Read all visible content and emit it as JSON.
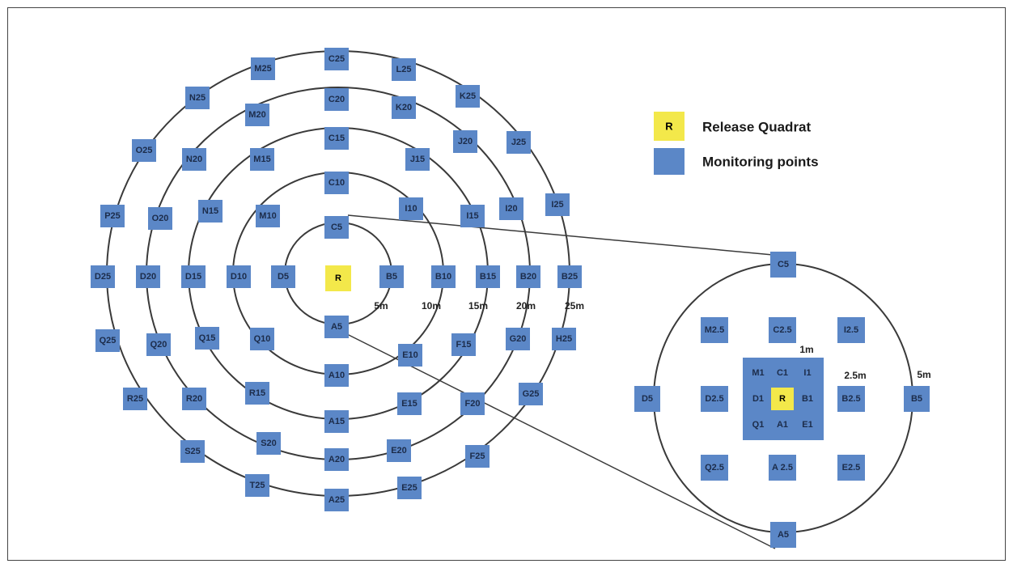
{
  "legend": {
    "release_symbol": "R",
    "release_label": "Release Quadrat",
    "monitoring_label": "Monitoring points"
  },
  "colors": {
    "release": "#f3e84a",
    "monitoring": "#5b87c7",
    "ring": "#3a3a3a"
  },
  "main_diagram": {
    "center_label": "R",
    "distance_labels": [
      "5m",
      "10m",
      "15m",
      "20m",
      "25m"
    ],
    "points": [
      "A5",
      "B5",
      "C5",
      "D5",
      "A10",
      "B10",
      "C10",
      "D10",
      "E10",
      "I10",
      "M10",
      "Q10",
      "A15",
      "B15",
      "C15",
      "D15",
      "E15",
      "F15",
      "I15",
      "J15",
      "M15",
      "N15",
      "Q15",
      "R15",
      "A20",
      "B20",
      "C20",
      "D20",
      "E20",
      "F20",
      "G20",
      "I20",
      "J20",
      "K20",
      "M20",
      "N20",
      "O20",
      "Q20",
      "R20",
      "S20",
      "A25",
      "B25",
      "C25",
      "D25",
      "E25",
      "F25",
      "G25",
      "H25",
      "I25",
      "J25",
      "K25",
      "L25",
      "M25",
      "N25",
      "O25",
      "P25",
      "Q25",
      "R25",
      "S25",
      "T25"
    ]
  },
  "detail_diagram": {
    "center_label": "R",
    "distance_labels": [
      "1m",
      "2.5m",
      "5m"
    ],
    "inner_points": [
      "M1",
      "C1",
      "I1",
      "D1",
      "B1",
      "Q1",
      "A1",
      "E1"
    ],
    "mid_points": [
      "M2.5",
      "C2.5",
      "I2.5",
      "D2.5",
      "B2.5",
      "Q2.5",
      "A 2.5",
      "E2.5"
    ],
    "outer_points": [
      "C5",
      "D5",
      "B5",
      "A5"
    ]
  }
}
